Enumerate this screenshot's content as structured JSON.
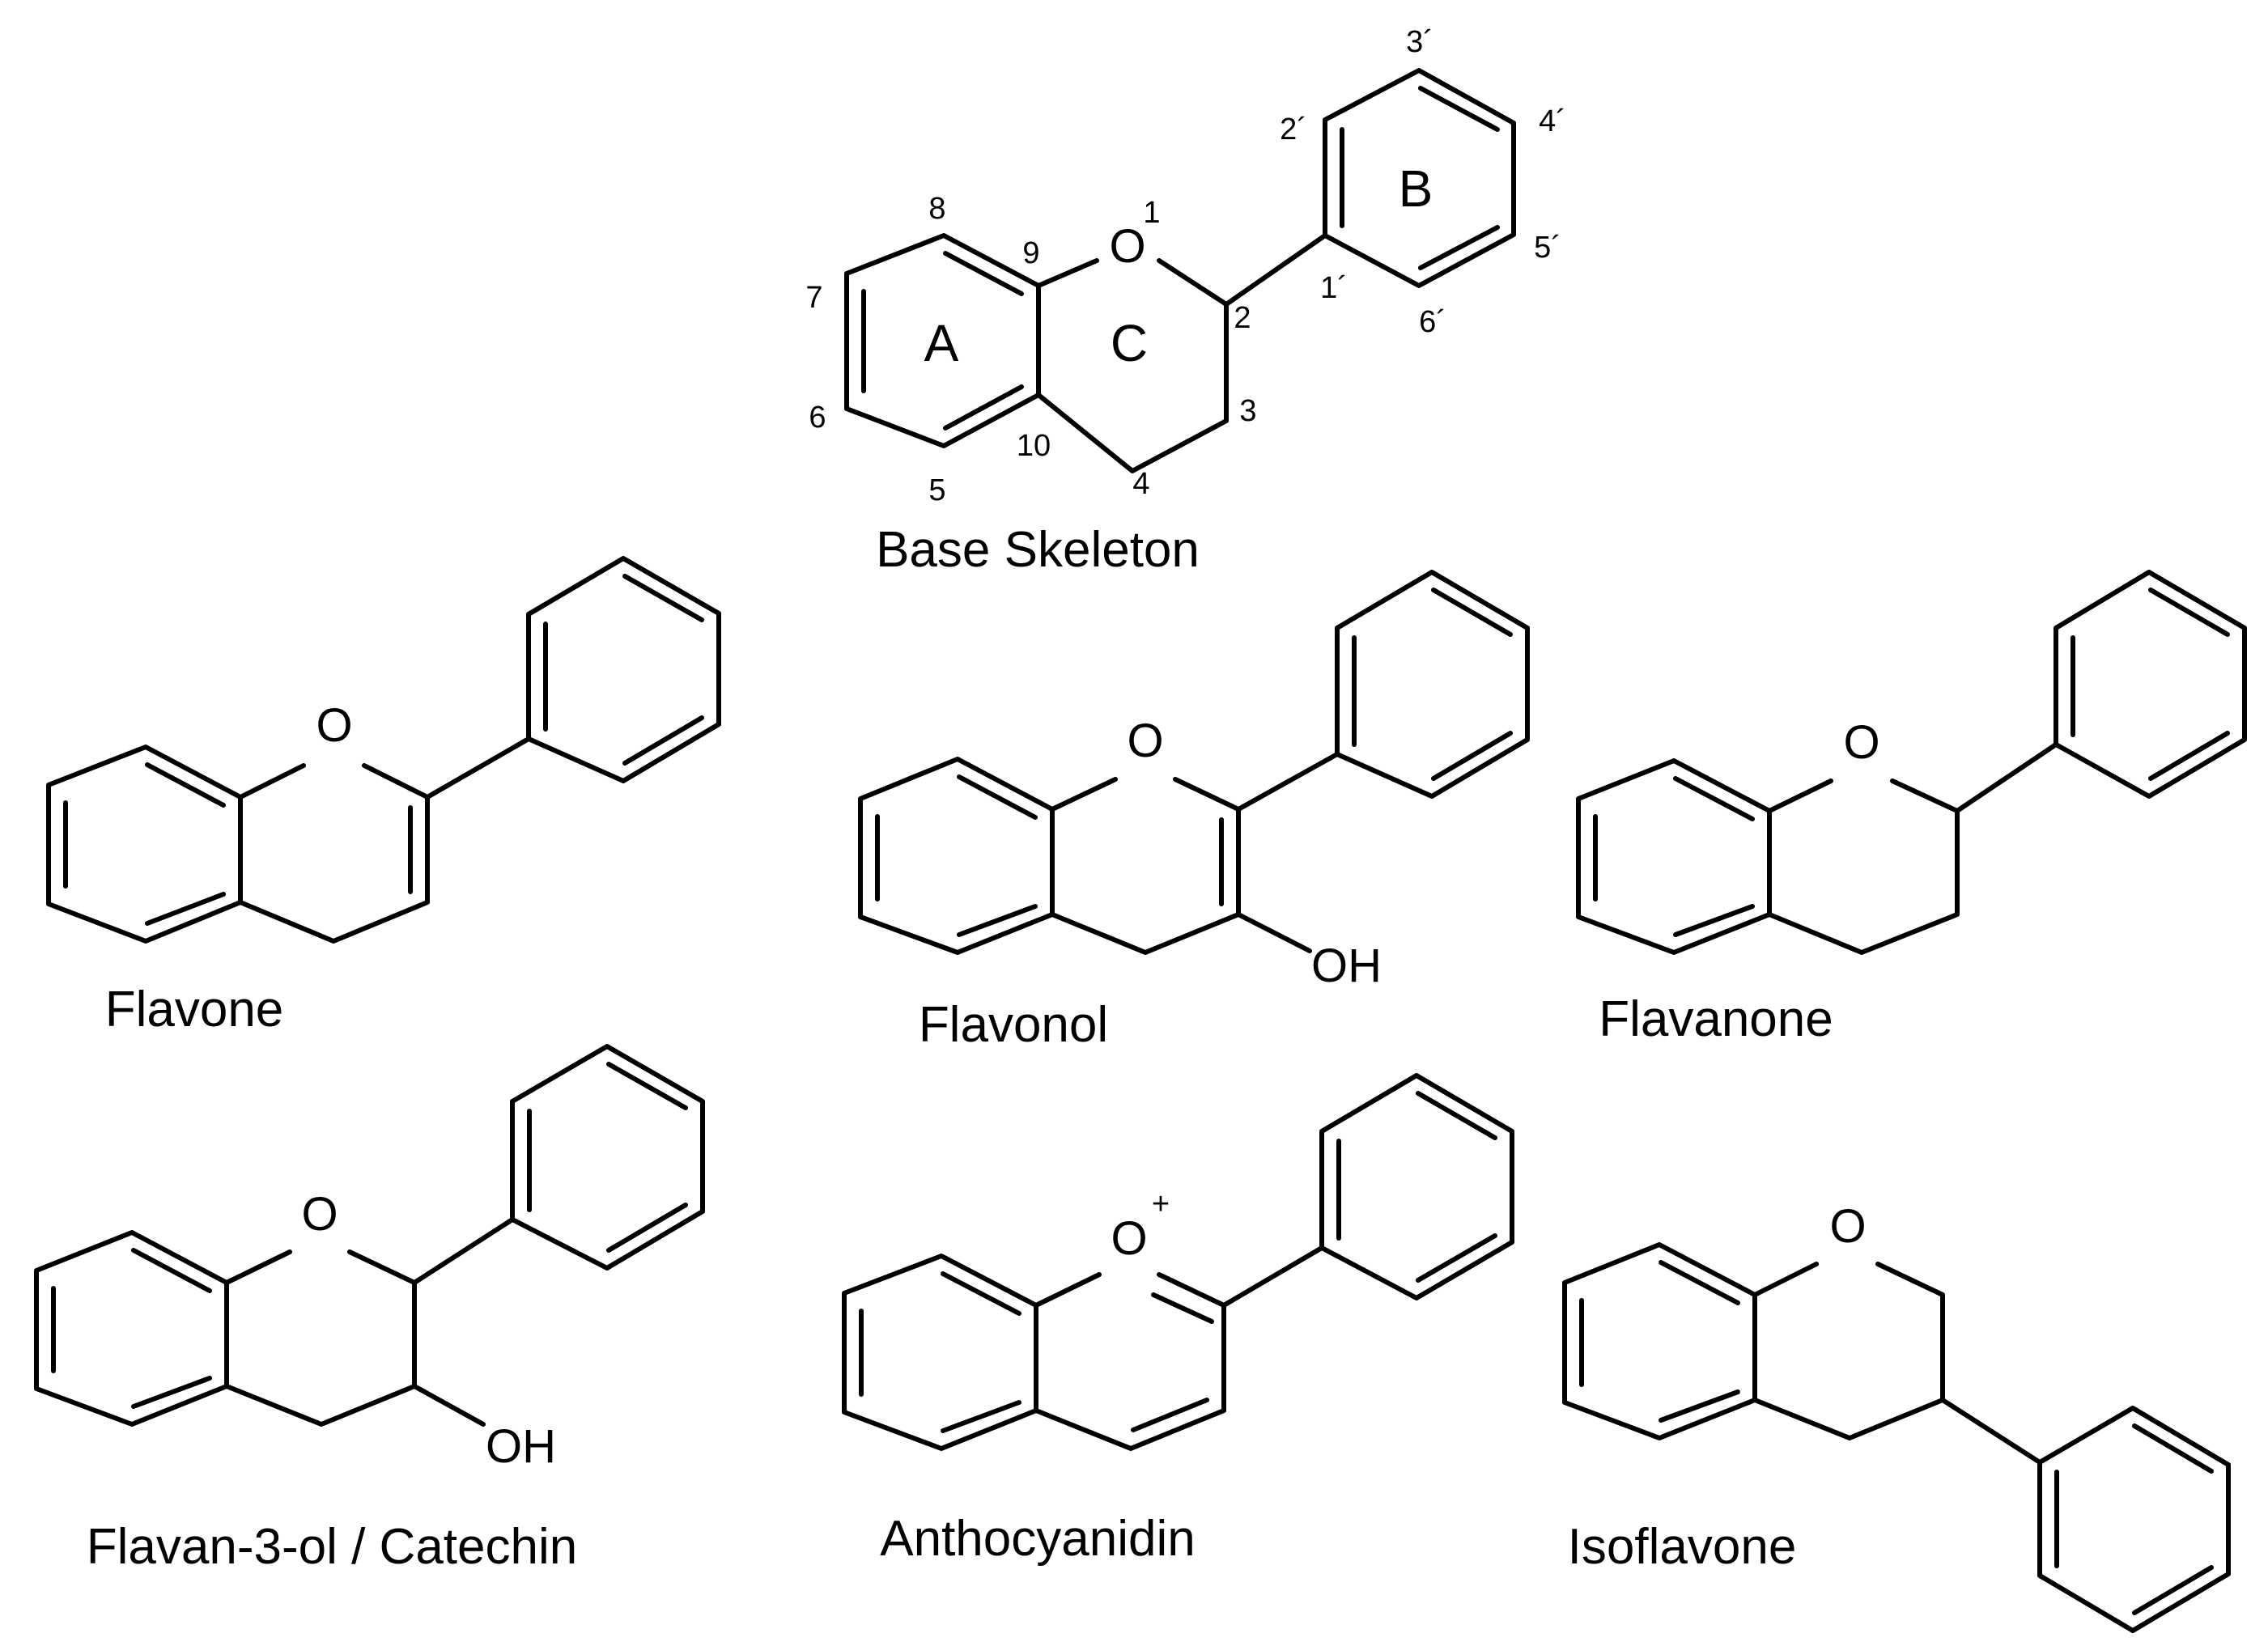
{
  "base_skeleton": {
    "title": "Base Skeleton",
    "oxygen": "O",
    "ring_labels": {
      "a": "A",
      "b": "B",
      "c": "C"
    },
    "positions": {
      "p1": "1",
      "p2": "2",
      "p3": "3",
      "p4": "4",
      "p5": "5",
      "p6": "6",
      "p7": "7",
      "p8": "8",
      "p9": "9",
      "p10": "10",
      "p1p": "1´",
      "p2p": "2´",
      "p3p": "3´",
      "p4p": "4´",
      "p5p": "5´",
      "p6p": "6´"
    }
  },
  "structures": [
    {
      "name": "Flavone",
      "oxygen": "O"
    },
    {
      "name": "Flavonol",
      "oxygen": "O",
      "hydroxyl": "OH"
    },
    {
      "name": "Flavanone",
      "oxygen": "O"
    },
    {
      "name": "Flavan-3-ol / Catechin",
      "oxygen": "O",
      "hydroxyl": "OH"
    },
    {
      "name": "Anthocyanidin",
      "oxygen": "O",
      "charge": "+"
    },
    {
      "name": "Isoflavone",
      "oxygen": "O"
    }
  ]
}
